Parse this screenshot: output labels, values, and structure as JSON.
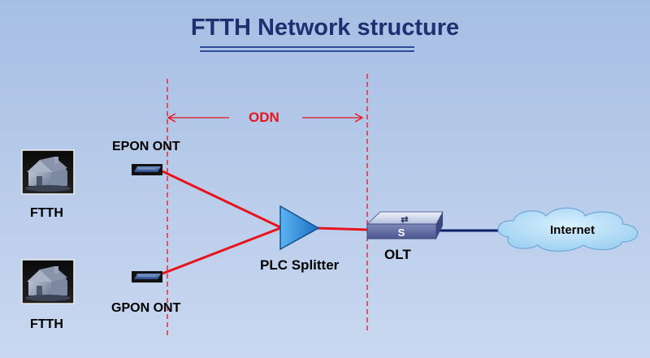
{
  "diagram": {
    "title": "FTTH Network structure",
    "odn_label": "ODN",
    "nodes": {
      "epon_ont": "EPON ONT",
      "gpon_ont": "GPON ONT",
      "ftth_top": "FTTH",
      "ftth_bottom": "FTTH",
      "splitter": "PLC Splitter",
      "olt": "OLT",
      "internet": "Internet"
    },
    "colors": {
      "fiber": "#e8141b",
      "olt_link": "#0b1f6b",
      "boundary": "#e8141b",
      "title": "#1f3070",
      "splitter": "#2e86d6",
      "cloud": "#a9d8f5"
    },
    "icons": [
      "house-icon",
      "ont-device-icon",
      "splitter-icon",
      "olt-switch-icon",
      "internet-cloud-icon"
    ]
  }
}
